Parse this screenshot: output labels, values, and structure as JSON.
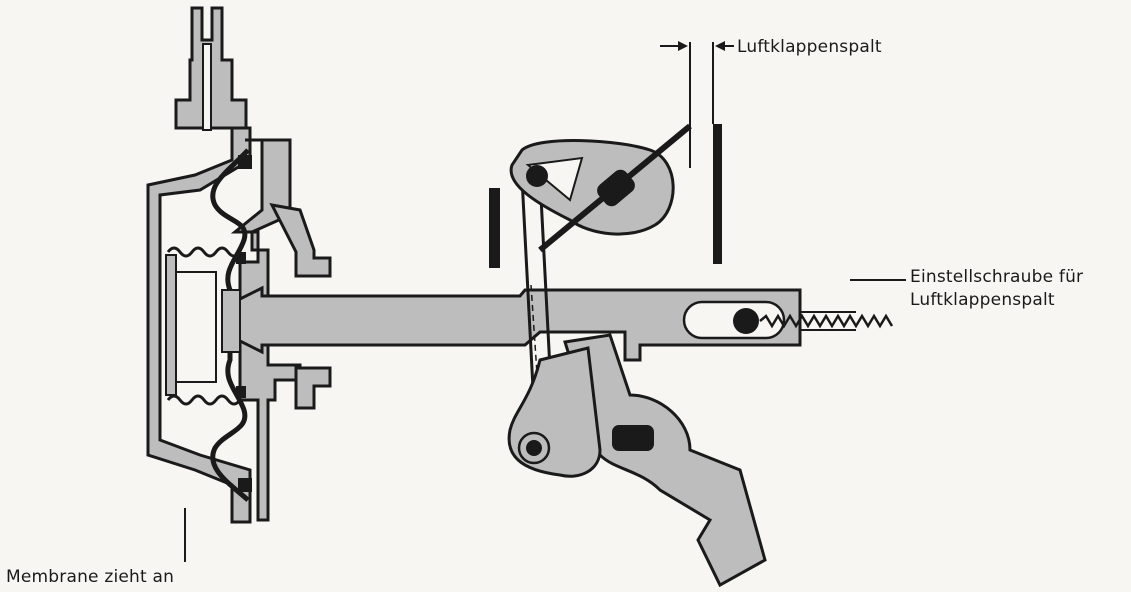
{
  "labels": {
    "air_gap": "Luftklappenspalt",
    "adjust_screw_line1": "Einstellschraube für",
    "adjust_screw_line2": "Luftklappenspalt",
    "membrane": "Membrane zieht an"
  },
  "colors": {
    "background": "#f7f6f2",
    "part_fill": "#bdbdbd",
    "outline": "#1a1a1a"
  }
}
